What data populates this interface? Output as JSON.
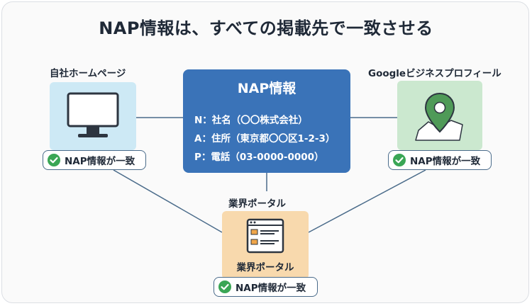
{
  "title": "NAP情報は、すべての掲載先で一致させる",
  "center": {
    "heading": "NAP情報",
    "lines": [
      "N：社名（〇〇株式会社）",
      "A：住所（東京都〇〇区1-2-3）",
      "P：電話（03-0000-0000）"
    ],
    "color": "#3a73b8"
  },
  "nodes": {
    "home": {
      "label": "自社ホームページ",
      "icon": "desktop-monitor-icon",
      "color": "#cde9f5"
    },
    "google": {
      "label": "Googleビジネスプロフィール",
      "icon": "map-pin-icon",
      "color": "#cbe8cf"
    },
    "portal": {
      "label": "業界ポータル",
      "caption": "業界ポータル",
      "icon": "web-page-icon",
      "color": "#f8d9ad"
    }
  },
  "badge_text": "NAP情報が一致",
  "check_color": "#3aa655",
  "line_color": "#4a6b8a"
}
